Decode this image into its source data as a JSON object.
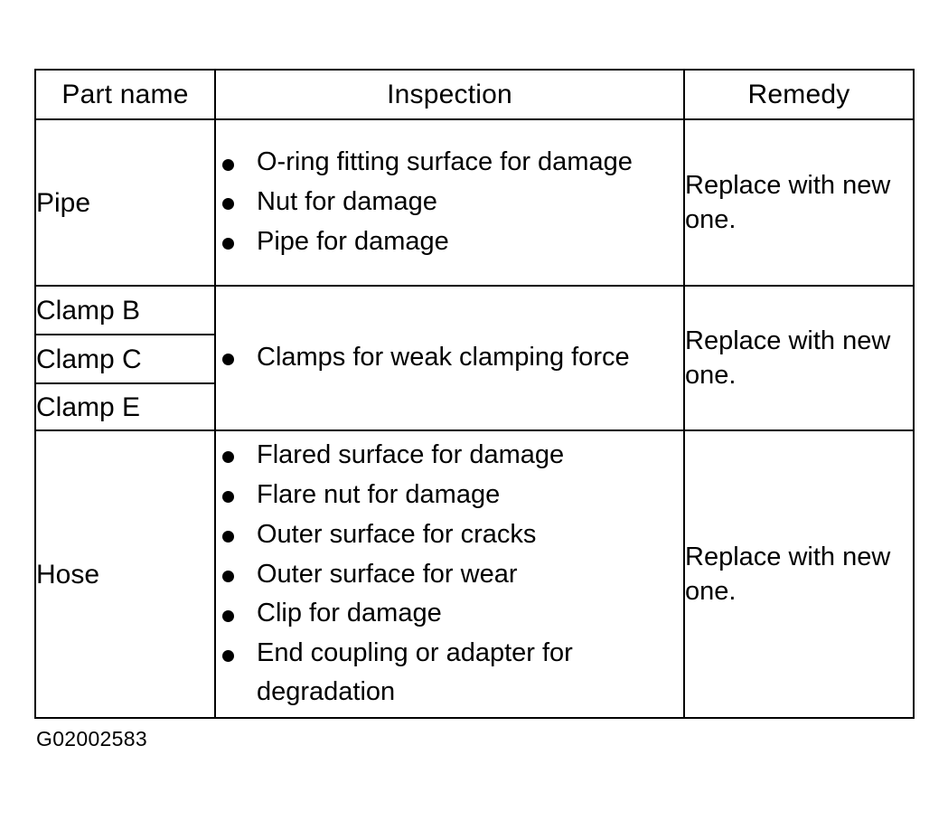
{
  "document": {
    "figure_code": "G02002583"
  },
  "table": {
    "headers": {
      "part_name": "Part name",
      "inspection": "Inspection",
      "remedy": "Remedy"
    },
    "rows": [
      {
        "part_name": "Pipe",
        "inspection_items": [
          "O-ring fitting surface for damage",
          "Nut for damage",
          "Pipe for damage"
        ],
        "remedy": "Replace with new one."
      },
      {
        "part_name": "Clamp B",
        "inspection_items": [
          "Clamps for weak clamping force"
        ],
        "remedy": "Replace with new one."
      },
      {
        "part_name": "Clamp C"
      },
      {
        "part_name": "Clamp E"
      },
      {
        "part_name": "Hose",
        "inspection_items": [
          "Flared surface for damage",
          "Flare nut for damage",
          "Outer surface for cracks",
          "Outer surface for wear",
          "Clip for damage",
          "End coupling or adapter for degradation"
        ],
        "remedy": "Replace with new one."
      }
    ]
  },
  "colors": {
    "border": "#000000",
    "text": "#000000",
    "background": "#ffffff"
  }
}
